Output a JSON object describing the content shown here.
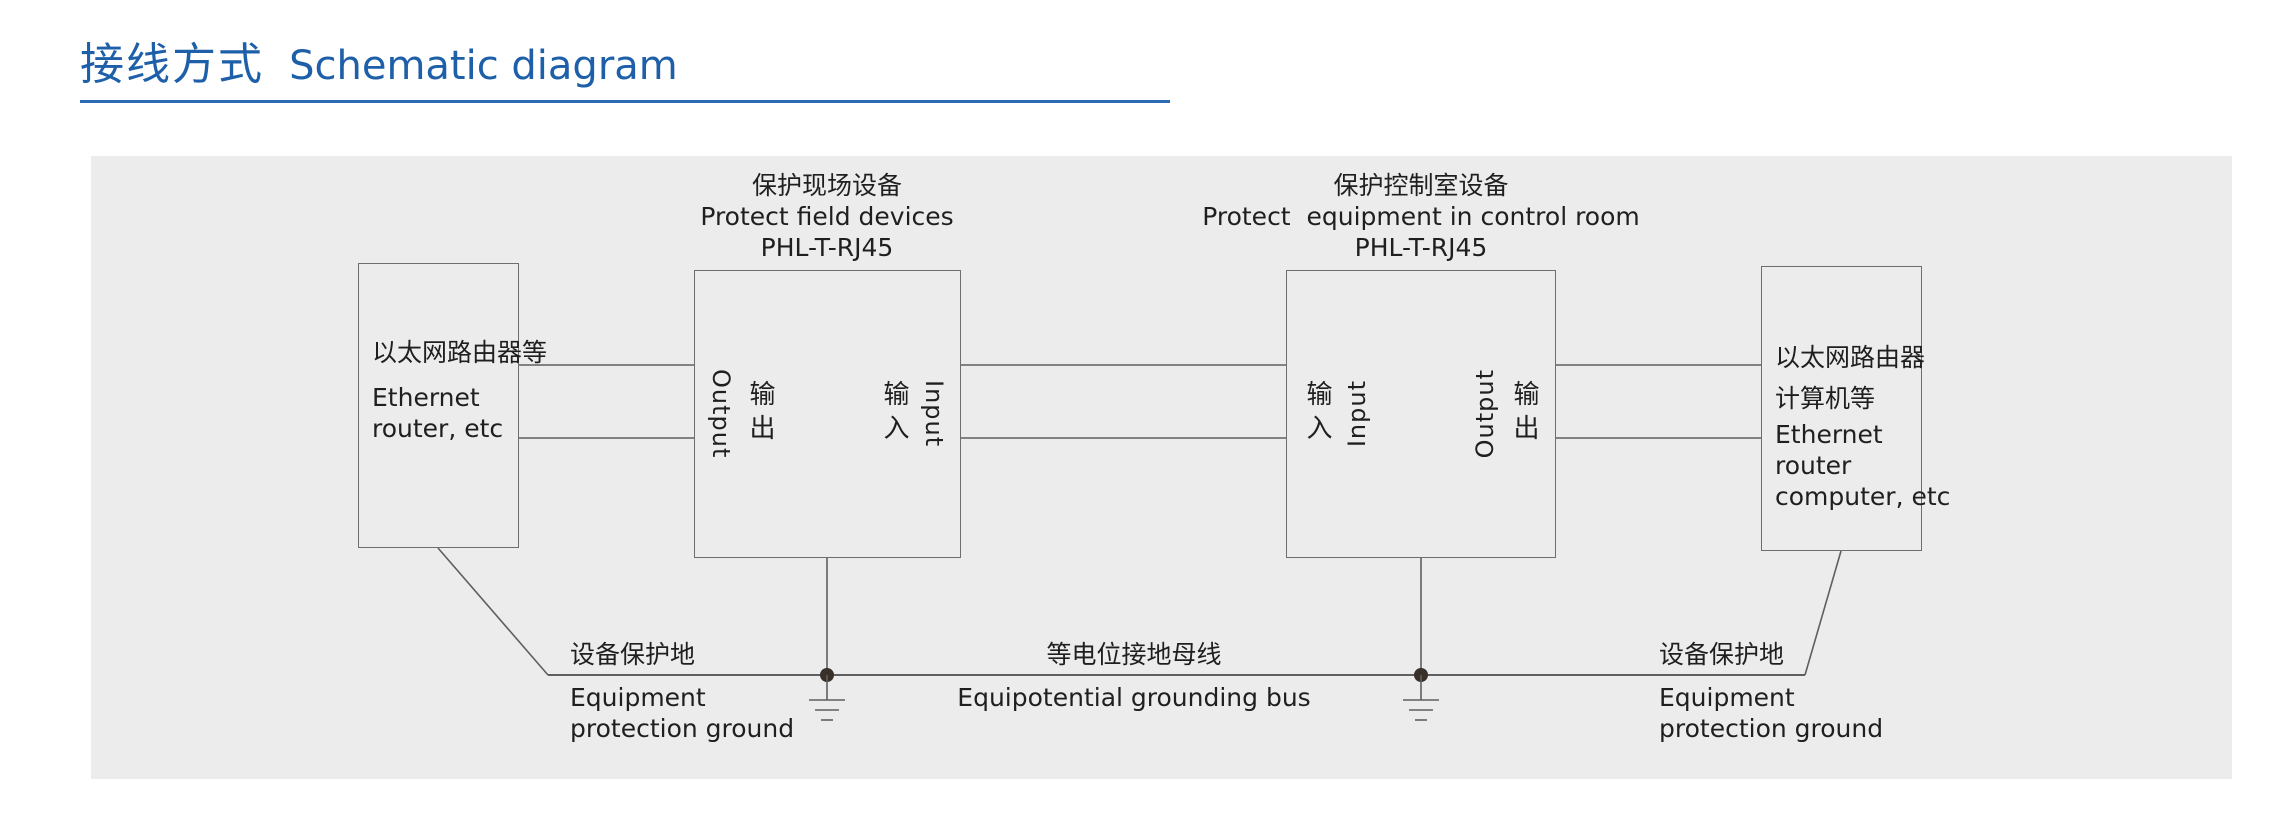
{
  "header": {
    "title_zh": "接线方式",
    "title_en": "Schematic diagram"
  },
  "devices": {
    "left": {
      "zh": "以太网路由器等",
      "en1": "Ethernet",
      "en2": "router, etc"
    },
    "right": {
      "zh1": "以太网路由器",
      "zh2": "计算机等",
      "en1": "Ethernet",
      "en2": "router",
      "en3": "computer, etc"
    }
  },
  "protectors": {
    "field": {
      "caption_zh": "保护现场设备",
      "caption_en": "Protect field devices",
      "model": "PHL-T-RJ45",
      "out_en": "Output",
      "out_zh": "输出",
      "in_zh": "输入",
      "in_en": "Input"
    },
    "control": {
      "caption_zh": "保护控制室设备",
      "caption_en": "Protect  equipment in control room",
      "model": "PHL-T-RJ45",
      "in_zh": "输入",
      "in_en": "Input",
      "out_en": "Output",
      "out_zh": "输出"
    }
  },
  "grounding": {
    "left": {
      "zh": "设备保护地",
      "en1": "Equipment",
      "en2": "protection ground"
    },
    "bus": {
      "zh": "等电位接地母线",
      "en": "Equipotential grounding bus"
    },
    "right": {
      "zh": "设备保护地",
      "en1": "Equipment",
      "en2": "protection ground"
    }
  },
  "colors": {
    "accent_blue": "#1d5fa8",
    "panel_gray": "#ececec",
    "line_gray": "#5f5f5f"
  }
}
